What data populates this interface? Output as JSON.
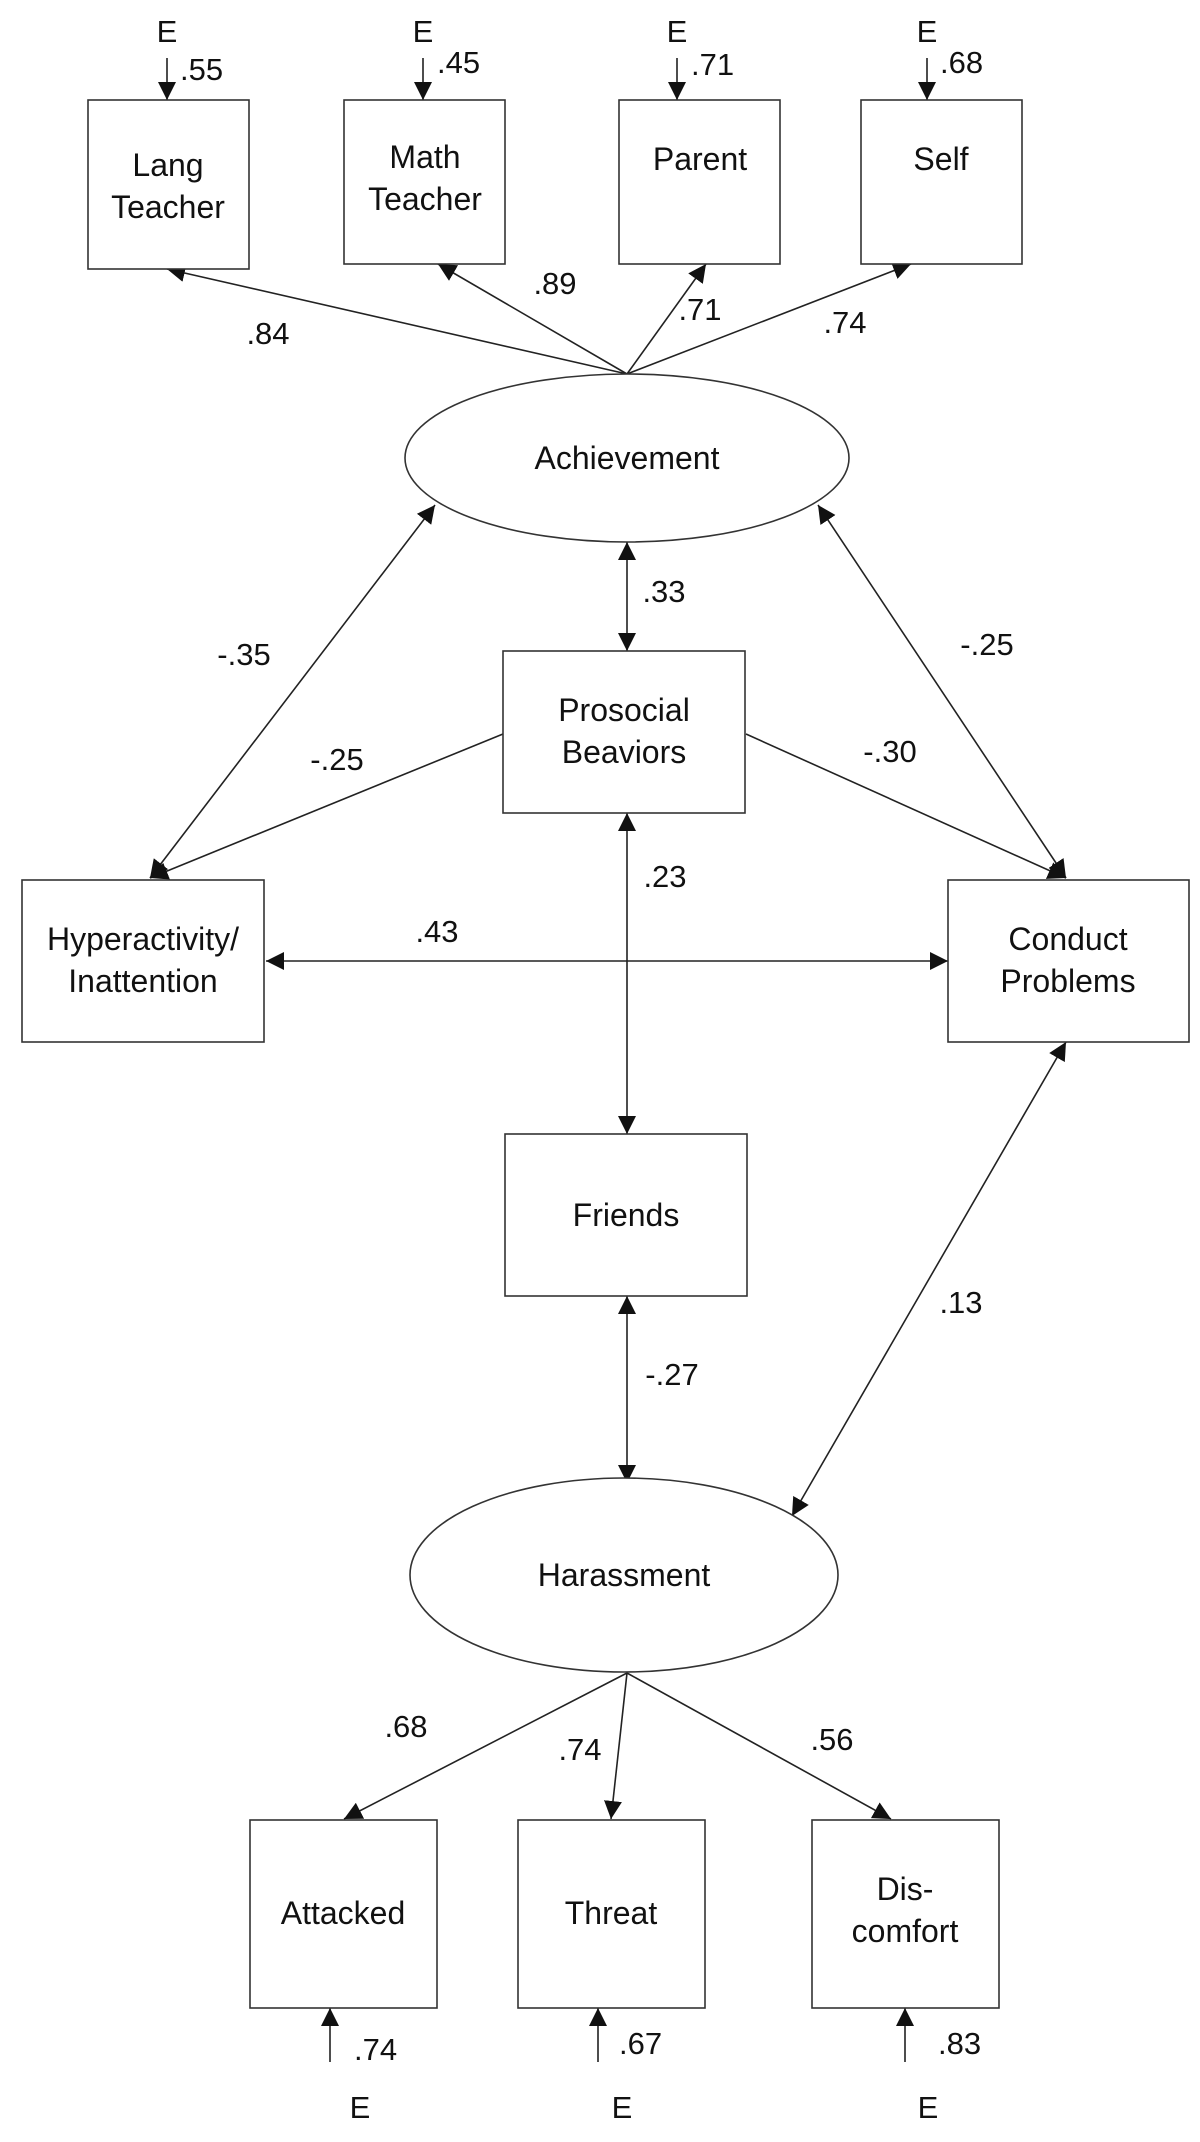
{
  "nodes": {
    "lang_teacher": [
      "Lang",
      "Teacher"
    ],
    "math_teacher": [
      "Math",
      "Teacher"
    ],
    "parent": [
      "Parent"
    ],
    "self": [
      "Self"
    ],
    "achievement": [
      "Achievement"
    ],
    "prosocial": [
      "Prosocial",
      "Beaviors"
    ],
    "hyperactivity": [
      "Hyperactivity/",
      "Inattention"
    ],
    "conduct": [
      "Conduct",
      "Problems"
    ],
    "friends": [
      "Friends"
    ],
    "harassment": [
      "Harassment"
    ],
    "attacked": [
      "Attacked"
    ],
    "threat": [
      "Threat"
    ],
    "discomfort": [
      "Dis-",
      "comfort"
    ]
  },
  "edges": {
    "ach_lang": ".84",
    "ach_math": ".89",
    "ach_parent": ".71",
    "ach_self": ".74",
    "ach_hyper": "-.35",
    "ach_pro": ".33",
    "ach_conduct": "-.25",
    "pro_hyper": "-.25",
    "pro_conduct": "-.30",
    "hyper_conduct": ".43",
    "pro_friends": ".23",
    "friends_har": "-.27",
    "conduct_har": ".13",
    "har_attacked": ".68",
    "har_threat": ".74",
    "har_discomfort": ".56"
  },
  "errors": {
    "label": "E",
    "lang_teacher": ".55",
    "math_teacher": ".45",
    "parent": ".71",
    "self": ".68",
    "attacked": ".74",
    "threat": ".67",
    "discomfort": ".83"
  }
}
